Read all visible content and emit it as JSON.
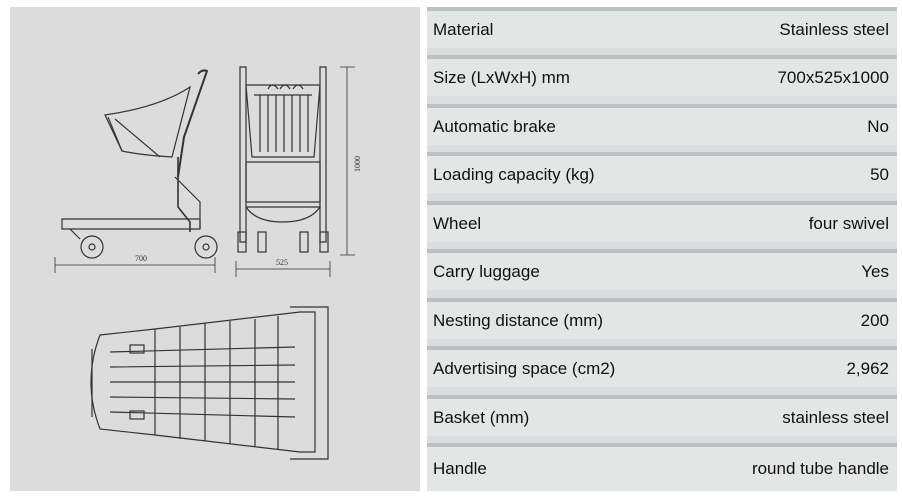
{
  "drawing": {
    "dim_length": "700",
    "dim_width": "525",
    "dim_height": "1000"
  },
  "specs": [
    {
      "label": "Material",
      "value": "Stainless steel"
    },
    {
      "label": "Size (LxWxH) mm",
      "value": "700x525x1000"
    },
    {
      "label": "Automatic brake",
      "value": "No"
    },
    {
      "label": "Loading capacity (kg)",
      "value": "50"
    },
    {
      "label": "Wheel",
      "value": "four swivel"
    },
    {
      "label": "Carry luggage",
      "value": "Yes"
    },
    {
      "label": "Nesting distance (mm)",
      "value": "200"
    },
    {
      "label": "Advertising space (cm2)",
      "value": "2,962"
    },
    {
      "label": "Basket (mm)",
      "value": "stainless steel"
    },
    {
      "label": "Handle",
      "value": "round tube handle"
    }
  ]
}
